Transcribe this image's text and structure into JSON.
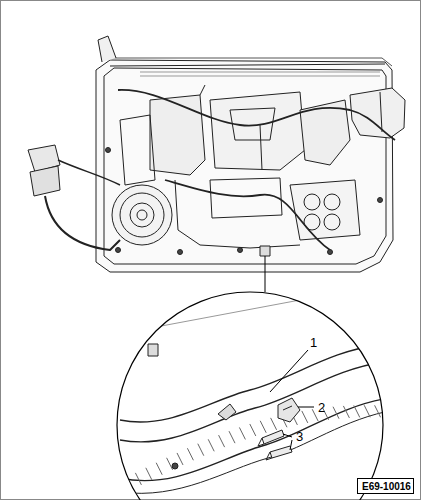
{
  "diagram": {
    "nodes": [
      {
        "text": [
          "E69-10016"
        ]
      }
    ],
    "labels": [
      "1",
      "2",
      "3"
    ]
  }
}
